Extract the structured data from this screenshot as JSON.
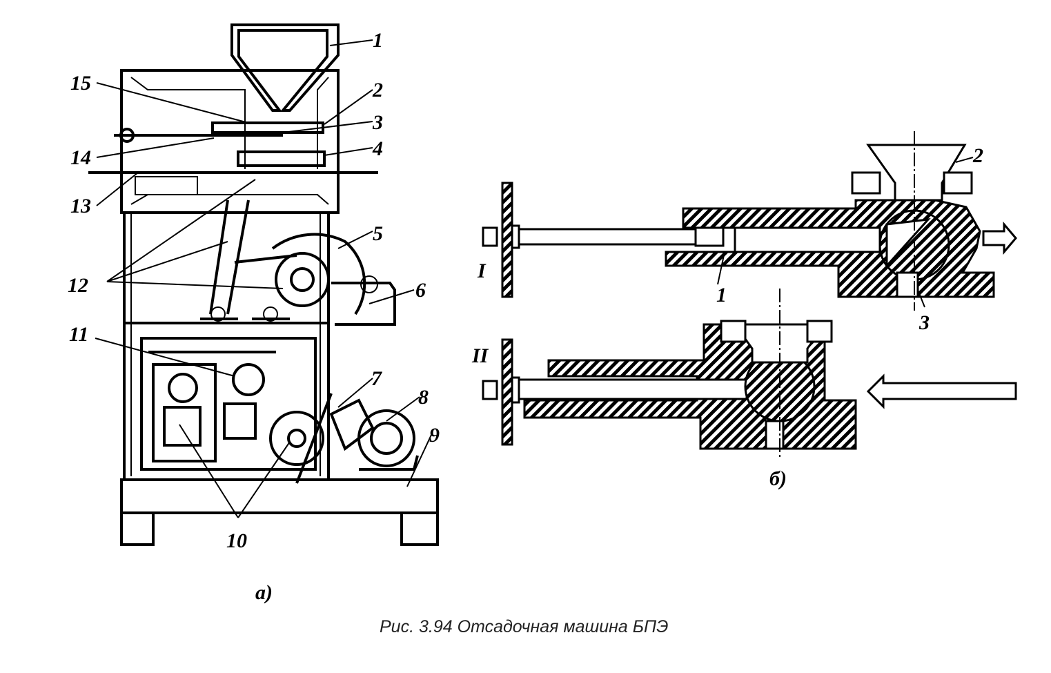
{
  "figure": {
    "caption": "Рис. 3.94  Отсадочная машина БПЭ",
    "panel_a": {
      "label": "а)",
      "callouts": [
        "1",
        "2",
        "3",
        "4",
        "5",
        "6",
        "7",
        "8",
        "9",
        "10",
        "11",
        "12",
        "13",
        "14",
        "15"
      ]
    },
    "panel_b": {
      "label": "б)",
      "positions": [
        "I",
        "II"
      ],
      "callouts": [
        "1",
        "2",
        "3"
      ]
    }
  }
}
